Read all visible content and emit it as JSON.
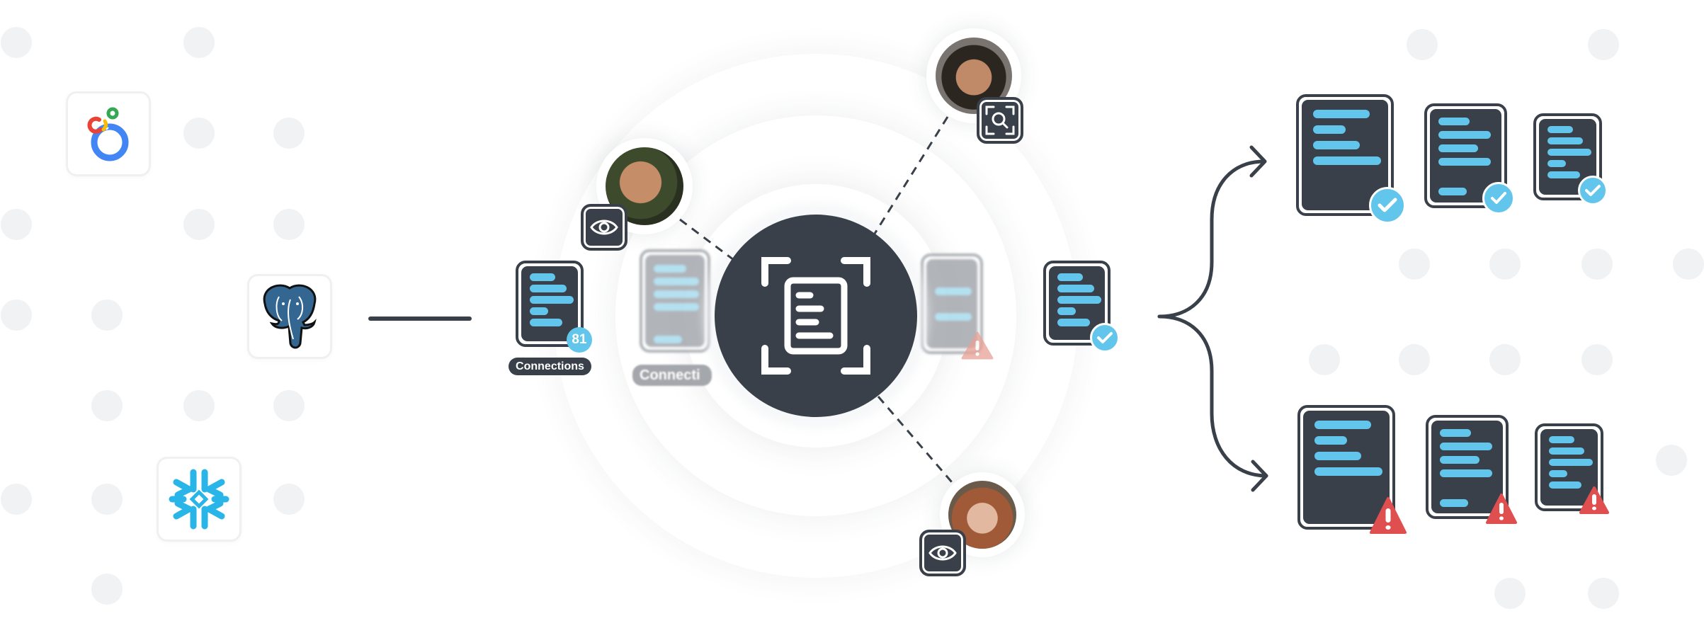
{
  "colors": {
    "dark": "#39404a",
    "accent_blue": "#62c5ec",
    "warning_red": "#e04f4f",
    "warning_faded": "#eaa89f",
    "dot_gray": "#f1f2f4"
  },
  "sources": [
    {
      "name": "Looker",
      "icon": "looker-logo-icon"
    },
    {
      "name": "PostgreSQL",
      "icon": "postgresql-elephant-icon"
    },
    {
      "name": "Snowflake",
      "icon": "snowflake-logo-icon"
    }
  ],
  "connection_doc": {
    "label": "Connections",
    "count": "81"
  },
  "ghost_doc": {
    "label": "Connecti"
  },
  "center": {
    "icon": "document-scan-icon"
  },
  "reviewers": [
    {
      "name": "reviewer-man",
      "badge_icon": "eye-icon"
    },
    {
      "name": "reviewer-woman-top",
      "badge_icon": "scan-search-icon"
    },
    {
      "name": "reviewer-woman-bottom",
      "badge_icon": "eye-icon"
    }
  ],
  "output_doc": {
    "status": "approved",
    "badge_icon": "check-icon"
  },
  "results": {
    "approved": [
      {
        "status": "approved",
        "badge_icon": "check-icon"
      },
      {
        "status": "approved",
        "badge_icon": "check-icon"
      },
      {
        "status": "approved",
        "badge_icon": "check-icon"
      }
    ],
    "flagged": [
      {
        "status": "flagged",
        "badge_icon": "warning-icon"
      },
      {
        "status": "flagged",
        "badge_icon": "warning-icon"
      },
      {
        "status": "flagged",
        "badge_icon": "warning-icon"
      }
    ]
  }
}
